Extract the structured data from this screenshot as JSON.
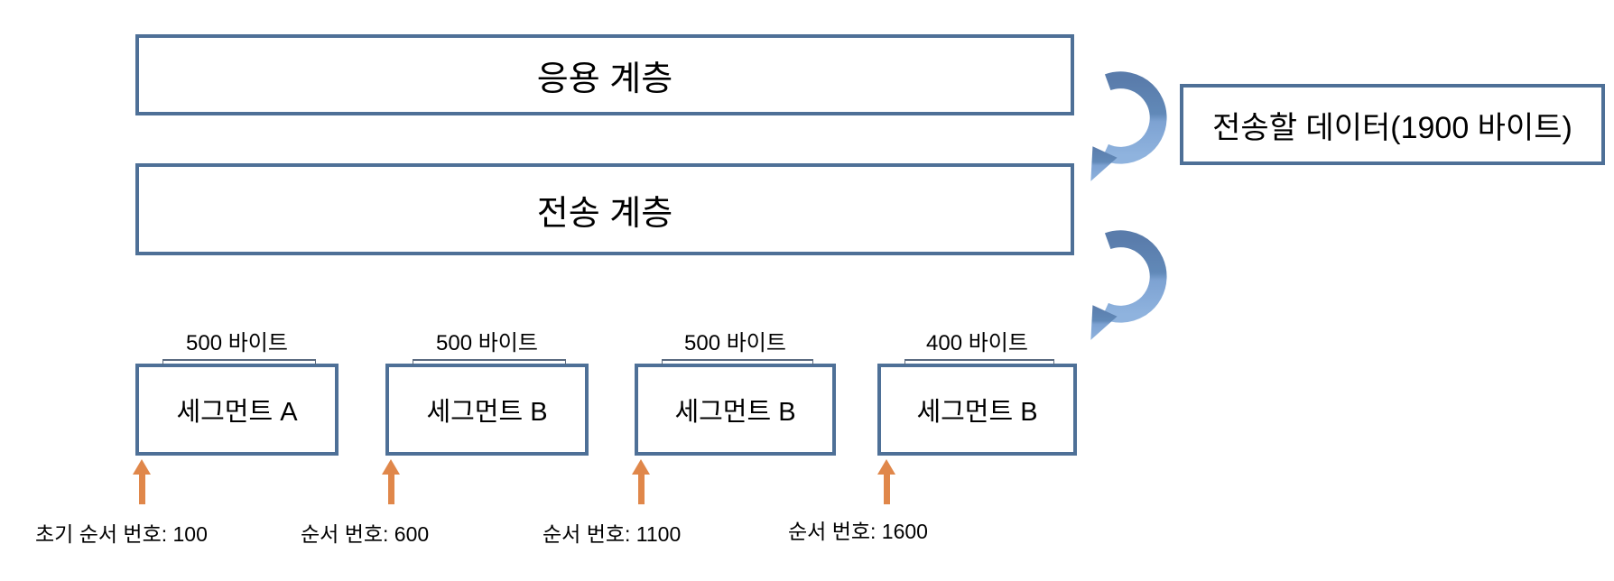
{
  "layers": [
    {
      "label": "응용 계층"
    },
    {
      "label": "전송 계층"
    }
  ],
  "data_note": {
    "label": "전송할 데이터(1900 바이트)"
  },
  "segments": [
    {
      "size": "500 바이트",
      "name": "세그먼트 A",
      "seq": "초기 순서 번호: 100"
    },
    {
      "size": "500 바이트",
      "name": "세그먼트 B",
      "seq": "순서 번호: 600"
    },
    {
      "size": "500 바이트",
      "name": "세그먼트 B",
      "seq": "순서 번호: 1100"
    },
    {
      "size": "400 바이트",
      "name": "세그먼트 B",
      "seq": "순서 번호: 1600"
    }
  ],
  "icons": {
    "curved_arrow": "curved-arrow-down-left",
    "up_arrow": "arrow-up"
  },
  "colors": {
    "box_border": "#4e7097",
    "curve_gradient_top": "#5a7cab",
    "curve_gradient_bottom": "#8fb3de",
    "up_arrow_orange": "#e0874a",
    "bracket": "#5a6a80",
    "text": "#000000",
    "background": "#ffffff"
  }
}
